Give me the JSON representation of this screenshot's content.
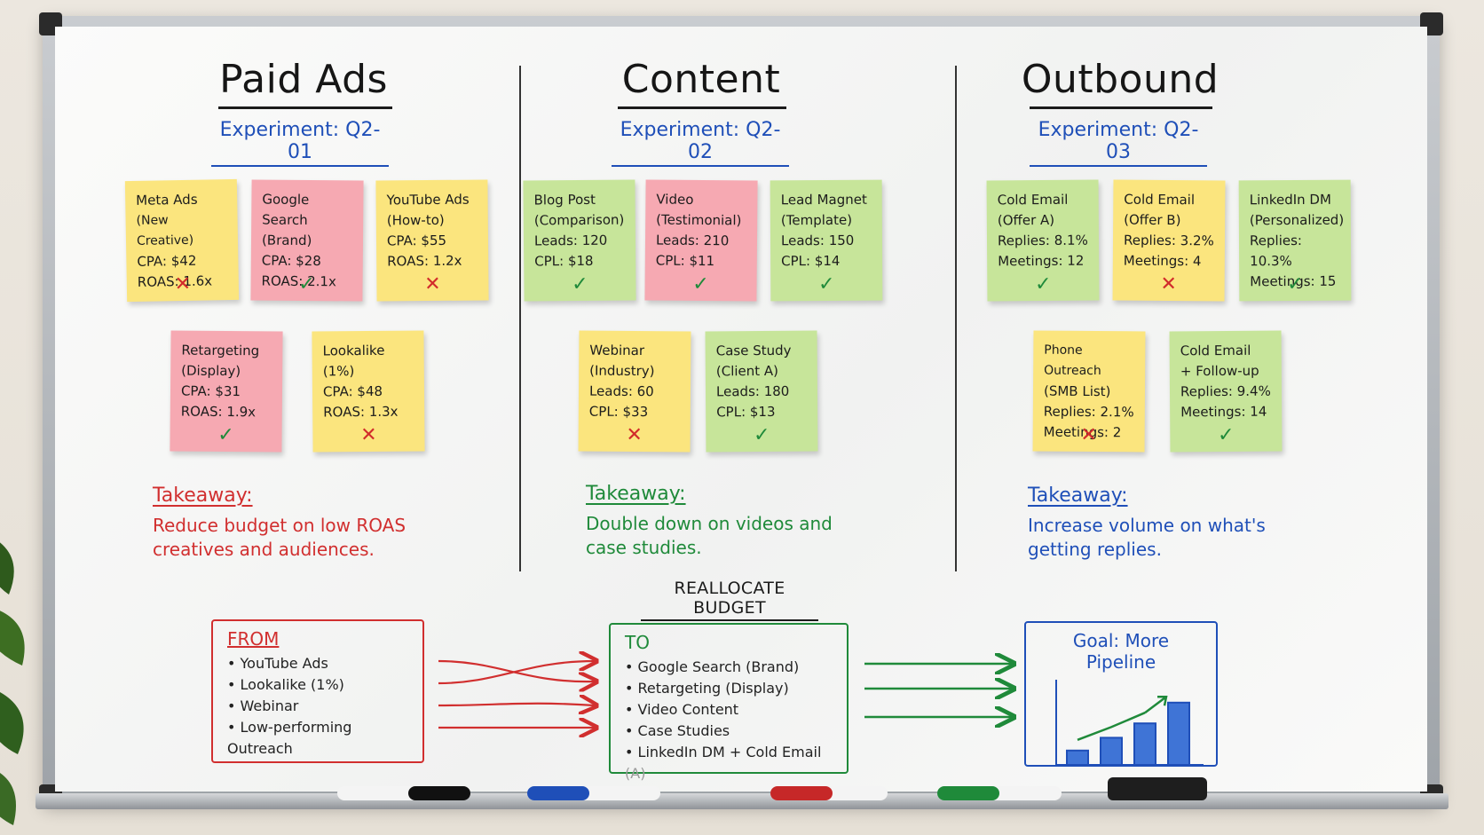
{
  "columns": [
    {
      "title": "Paid Ads",
      "experiment": "Experiment: Q2-01",
      "notes": [
        {
          "lines": [
            "Meta Ads",
            "(New Creative)",
            "CPA: $42",
            "ROAS: 1.6x"
          ],
          "color": "yellow",
          "result": "✕"
        },
        {
          "lines": [
            "Google Search",
            "(Brand)",
            "CPA: $28",
            "ROAS: 2.1x"
          ],
          "color": "pink",
          "result": "✓"
        },
        {
          "lines": [
            "YouTube Ads",
            "(How-to)",
            "CPA: $55",
            "ROAS: 1.2x"
          ],
          "color": "yellow",
          "result": "✕"
        },
        {
          "lines": [
            "Retargeting",
            "(Display)",
            "CPA: $31",
            "ROAS: 1.9x"
          ],
          "color": "pink",
          "result": "✓"
        },
        {
          "lines": [
            "Lookalike",
            "(1%)",
            "CPA: $48",
            "ROAS: 1.3x"
          ],
          "color": "yellow",
          "result": "✕"
        }
      ],
      "takeaway_label": "Takeaway:",
      "takeaway_lines": [
        "Reduce budget on low ROAS",
        "creatives and audiences."
      ],
      "takeaway_color": "#d12f2f"
    },
    {
      "title": "Content",
      "experiment": "Experiment: Q2-02",
      "notes": [
        {
          "lines": [
            "Blog Post",
            "(Comparison)",
            "Leads: 120",
            "CPL: $18"
          ],
          "color": "green",
          "result": "✓"
        },
        {
          "lines": [
            "Video",
            "(Testimonial)",
            "Leads: 210",
            "CPL: $11"
          ],
          "color": "pink",
          "result": "✓"
        },
        {
          "lines": [
            "Lead Magnet",
            "(Template)",
            "Leads: 150",
            "CPL: $14"
          ],
          "color": "green",
          "result": "✓"
        },
        {
          "lines": [
            "Webinar",
            "(Industry)",
            "Leads: 60",
            "CPL: $33"
          ],
          "color": "yellow",
          "result": "✕"
        },
        {
          "lines": [
            "Case Study",
            "(Client A)",
            "Leads: 180",
            "CPL: $13"
          ],
          "color": "green",
          "result": "✓"
        }
      ],
      "takeaway_label": "Takeaway:",
      "takeaway_lines": [
        "Double down on videos and",
        "case studies."
      ],
      "takeaway_color": "#1f8a3a"
    },
    {
      "title": "Outbound",
      "experiment": "Experiment: Q2-03",
      "notes": [
        {
          "lines": [
            "Cold Email",
            "(Offer A)",
            "Replies: 8.1%",
            "Meetings: 12"
          ],
          "color": "green",
          "result": "✓"
        },
        {
          "lines": [
            "Cold Email",
            "(Offer B)",
            "Replies: 3.2%",
            "Meetings: 4"
          ],
          "color": "yellow",
          "result": "✕"
        },
        {
          "lines": [
            "LinkedIn DM",
            "(Personalized)",
            "Replies: 10.3%",
            "Meetings: 15"
          ],
          "color": "green",
          "result": "✓"
        },
        {
          "lines": [
            "Phone Outreach",
            "(SMB List)",
            "Replies: 2.1%",
            "Meetings: 2"
          ],
          "color": "yellow",
          "result": "✕"
        },
        {
          "lines": [
            "Cold Email",
            "+ Follow-up",
            "Replies: 9.4%",
            "Meetings: 14"
          ],
          "color": "green",
          "result": "✓"
        }
      ],
      "takeaway_label": "Takeaway:",
      "takeaway_lines": [
        "Increase volume on what's",
        "getting replies."
      ],
      "takeaway_color": "#1f4fb8"
    }
  ],
  "reallocate": {
    "heading": "REALLOCATE BUDGET",
    "from": {
      "title": "FROM",
      "items": [
        "YouTube Ads",
        "Lookalike (1%)",
        "Webinar",
        "Low-performing Outreach"
      ]
    },
    "to": {
      "title": "TO",
      "items": [
        "Google Search (Brand)",
        "Retargeting (Display)",
        "Video Content",
        "Case Studies",
        "LinkedIn DM + Cold Email"
      ],
      "last_suffix": "(A)"
    },
    "goal": {
      "title": "Goal: More Pipeline",
      "bars": [
        0.18,
        0.34,
        0.52,
        0.78
      ]
    }
  },
  "colors": {
    "note_yellow": "#fbe57e",
    "note_pink": "#f6a9b2",
    "note_green": "#c7e59a",
    "ink_black": "#161616",
    "ink_blue": "#1f4fb8",
    "ink_red": "#d12f2f",
    "ink_green": "#1f8a3a"
  },
  "markers": [
    "black-marker",
    "blue-marker",
    "red-marker",
    "green-marker"
  ]
}
